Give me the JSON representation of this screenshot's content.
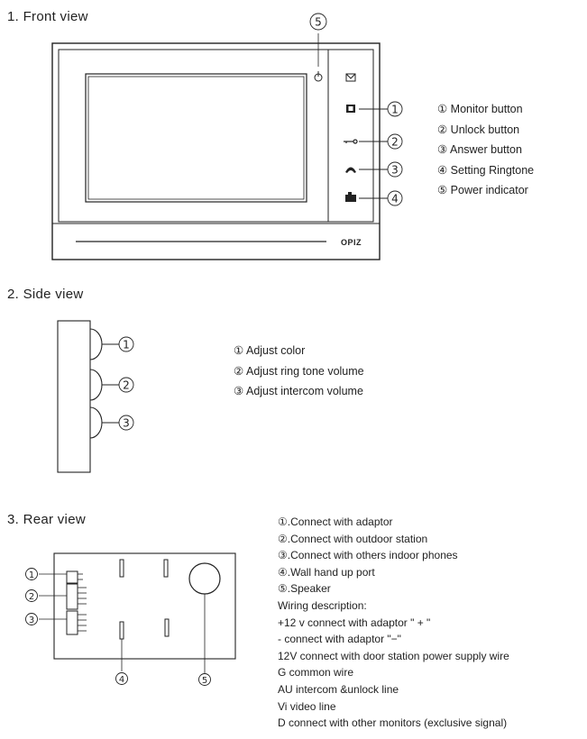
{
  "front": {
    "title": "1. Front view",
    "brand": "OPIZ",
    "callout_numbers": [
      "①",
      "②",
      "③",
      "④",
      "⑤"
    ],
    "legend": [
      "① Monitor button",
      "② Unlock button",
      "③ Answer button",
      "④ Setting Ringtone",
      "⑤ Power indicator"
    ]
  },
  "side": {
    "title": "2. Side view",
    "callout_numbers": [
      "①",
      "②",
      "③"
    ],
    "legend": [
      "① Adjust color",
      "② Adjust ring tone volume",
      "③ Adjust intercom volume"
    ]
  },
  "rear": {
    "title": "3. Rear view",
    "callout_numbers": [
      "①",
      "②",
      "③",
      "④",
      "⑤"
    ],
    "legend": [
      "①.Connect with adaptor",
      "②.Connect with outdoor station",
      "③.Connect with others indoor phones",
      "④.Wall hand up port",
      "⑤.Speaker",
      "Wiring description:",
      "+12 v connect with adaptor \" + \"",
      "- connect with adaptor \"−\"",
      "12V connect with door station power supply wire",
      "G common wire",
      "AU intercom &unlock line",
      "Vi video line",
      "D connect with other monitors (exclusive signal)"
    ]
  },
  "icons": [
    "power-icon",
    "mail-icon",
    "monitor-icon",
    "unlock-icon",
    "phone-icon",
    "camera-icon"
  ]
}
